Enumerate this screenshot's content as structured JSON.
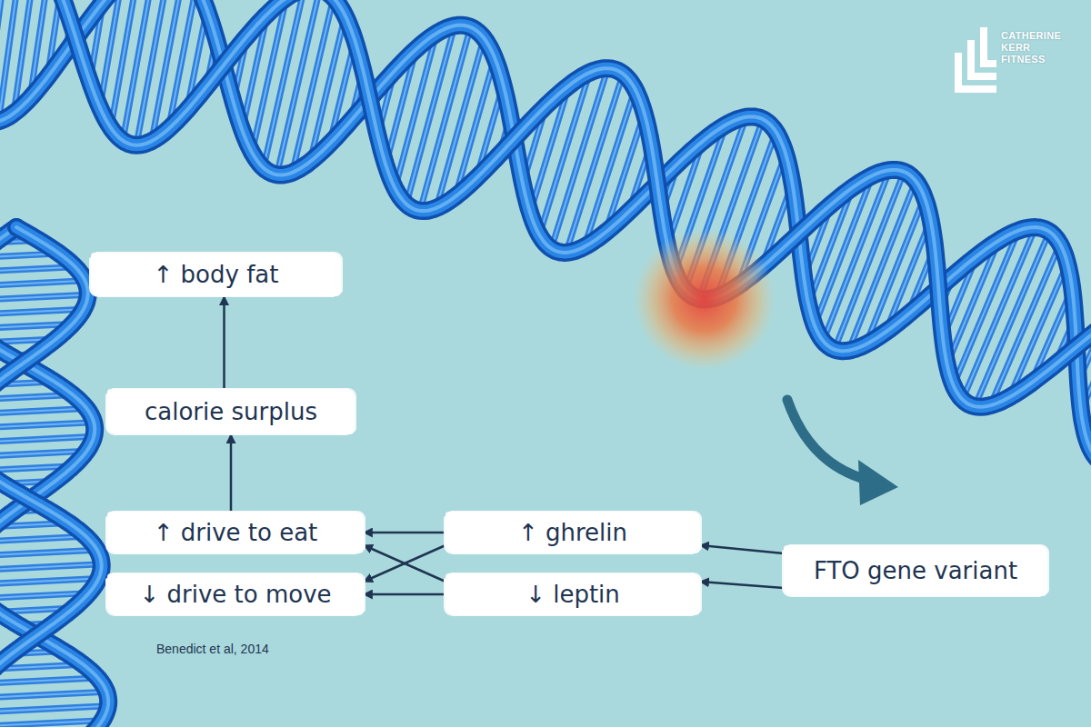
{
  "diagram": {
    "nodes": [
      {
        "text": [
          "↑ body fat"
        ]
      },
      {
        "text": [
          "calorie surplus"
        ]
      },
      {
        "text": [
          "↑ drive to eat"
        ]
      },
      {
        "text": [
          "↓ drive to move"
        ]
      },
      {
        "text": [
          "↑ ghrelin"
        ]
      },
      {
        "text": [
          "↓ leptin"
        ]
      },
      {
        "text": [
          "FTO gene variant"
        ]
      }
    ],
    "edges": [
      {
        "from": 6,
        "to": 4,
        "arrow": "to"
      },
      {
        "from": 6,
        "to": 5,
        "arrow": "to"
      },
      {
        "from": 4,
        "to": 2,
        "arrow": "to"
      },
      {
        "from": 4,
        "to": 3,
        "arrow": "to"
      },
      {
        "from": 5,
        "to": 2,
        "arrow": "to"
      },
      {
        "from": 5,
        "to": 3,
        "arrow": "to"
      },
      {
        "from": 2,
        "to": 1,
        "arrow": "to"
      },
      {
        "from": 1,
        "to": 0,
        "arrow": "to"
      }
    ],
    "labels": [
      "Benedict et al, 2014",
      "CATHERINE KERR FITNESS"
    ]
  }
}
